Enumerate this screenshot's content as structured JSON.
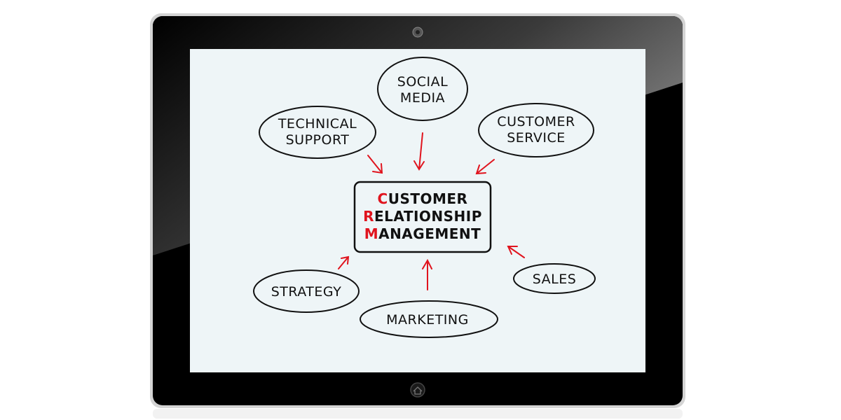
{
  "center": {
    "lines": [
      {
        "initial": "C",
        "rest": "USTOMER"
      },
      {
        "initial": "R",
        "rest": "ELATIONSHIP"
      },
      {
        "initial": "M",
        "rest": "ANAGEMENT"
      }
    ]
  },
  "nodes": {
    "social_media": [
      "SOCIAL",
      "MEDIA"
    ],
    "technical_support": [
      "TECHNICAL",
      "SUPPORT"
    ],
    "customer_service": [
      "CUSTOMER",
      "SERVICE"
    ],
    "strategy": [
      "STRATEGY"
    ],
    "marketing": [
      "MARKETING"
    ],
    "sales": [
      "SALES"
    ]
  },
  "colors": {
    "arrow": "#e0141e",
    "accent_initials": "#e0141e",
    "screen": "#eef5f7",
    "bezel": "#000000"
  },
  "icons": [
    "camera-icon",
    "home-button-icon"
  ]
}
